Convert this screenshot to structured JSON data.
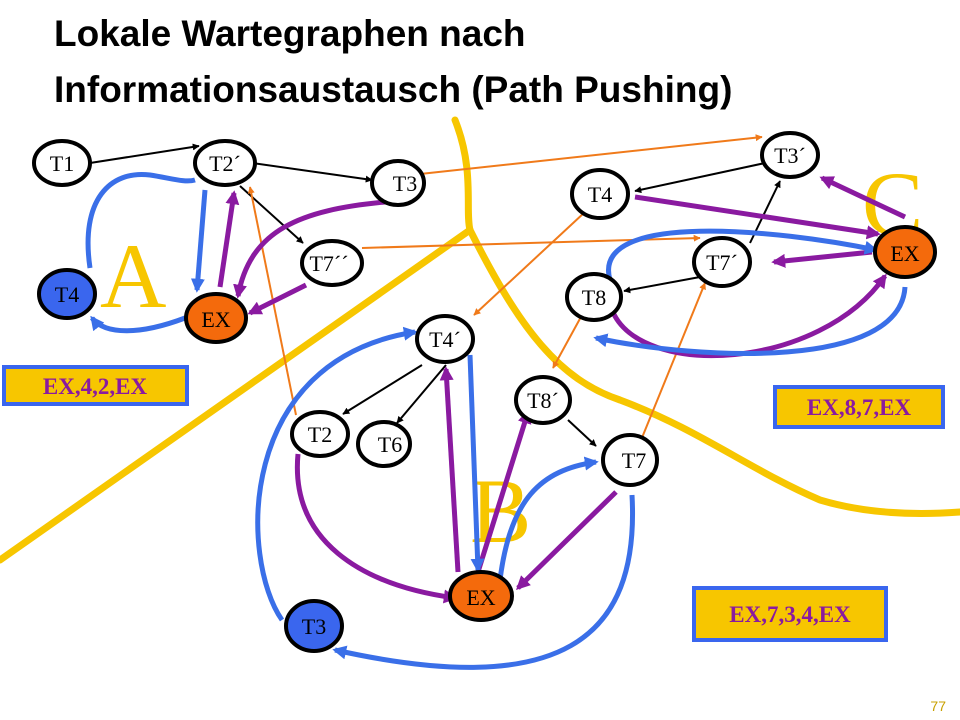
{
  "slide": {
    "title_line1": "Lokale Wartegraphen nach",
    "title_line2": "Informationsaustausch (Path Pushing)",
    "page_number": "77"
  },
  "colors": {
    "partition_line": "#f7c600",
    "edge_black": "#000000",
    "edge_purple": "#8a1aa0",
    "edge_blue": "#3a6fe8",
    "edge_orange": "#f07a1a",
    "node_ex": "#f46a0c",
    "node_blue": "#3a66ee",
    "node_white": "#ffffff",
    "box_fill": "#f7c600",
    "box_border": "#3a66ee",
    "box_text": "#8a1aa0"
  },
  "regions": {
    "a": "A",
    "b": "B",
    "c": "C"
  },
  "nodes": {
    "a_t1": "T1",
    "a_t2p": "T2´",
    "a_t3": "T3",
    "a_t7pp": "T7´´",
    "a_t4": "T4",
    "a_ex": "EX",
    "c_t3p": "T3´",
    "c_t4": "T4",
    "c_ex": "EX",
    "c_t7p": "T7´",
    "c_t8": "T8",
    "b_t4p": "T4´",
    "b_t2": "T2",
    "b_t6": "T6",
    "b_t8p": "T8´",
    "b_t7": "T7",
    "b_ex": "EX",
    "b_t3": "T3"
  },
  "path_boxes": {
    "a": "EX,4,2,EX",
    "c": "EX,8,7,EX",
    "b": "EX,7,3,4,EX"
  }
}
